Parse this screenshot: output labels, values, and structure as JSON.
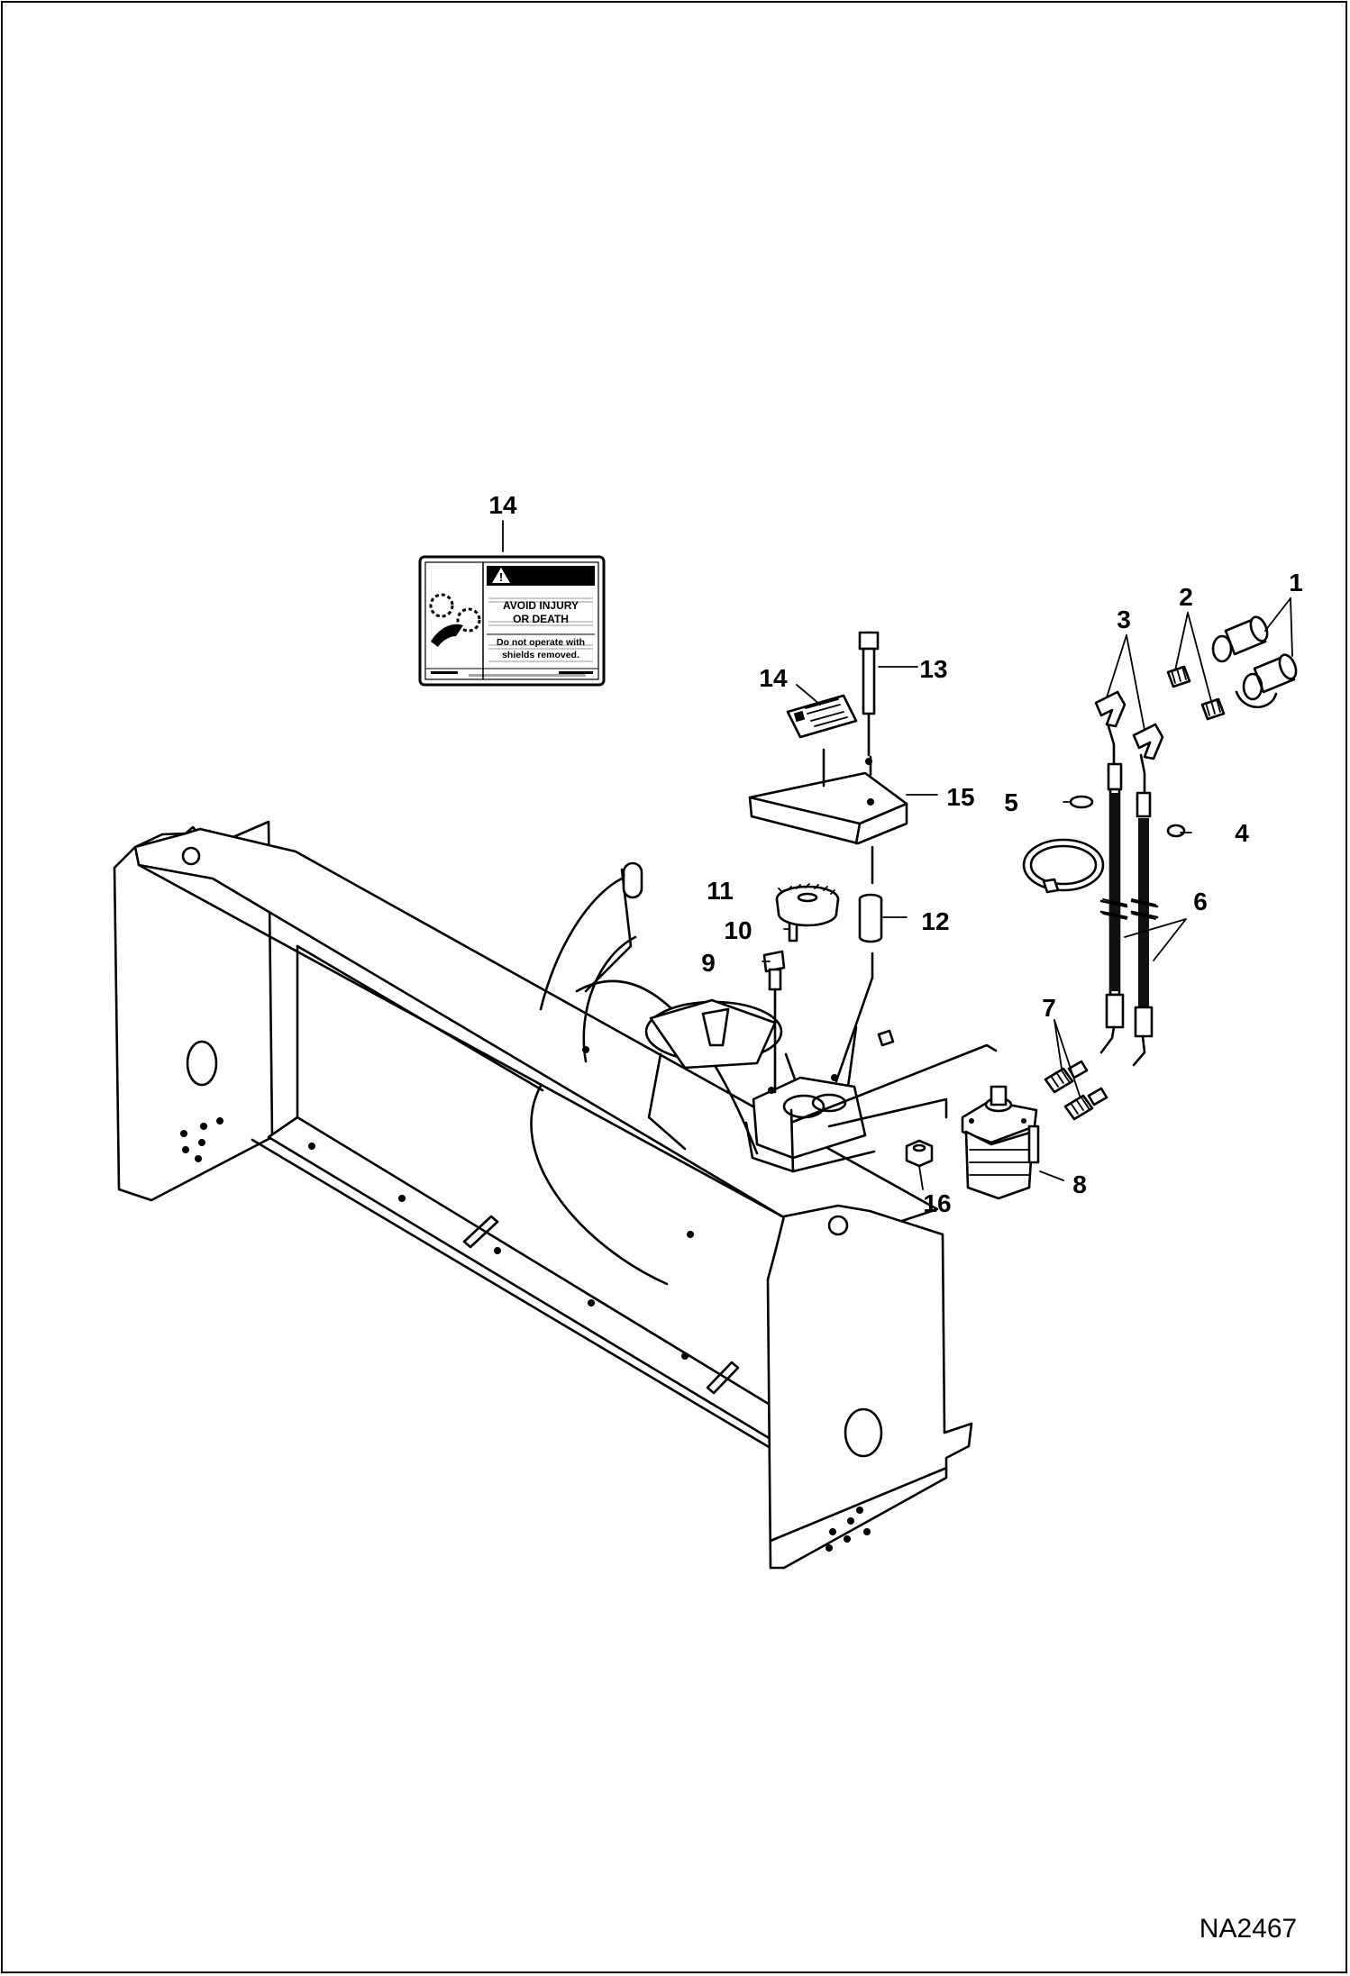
{
  "figure_id": "NA2467",
  "decal": {
    "title": "WARNING",
    "line1": "AVOID INJURY",
    "line2": "OR DEATH",
    "line3": "Do not operate with",
    "line4": "shields removed."
  },
  "callouts": [
    {
      "id": "callout-1",
      "num": "1"
    },
    {
      "id": "callout-2",
      "num": "2"
    },
    {
      "id": "callout-3",
      "num": "3"
    },
    {
      "id": "callout-4",
      "num": "4"
    },
    {
      "id": "callout-5",
      "num": "5"
    },
    {
      "id": "callout-6",
      "num": "6"
    },
    {
      "id": "callout-7",
      "num": "7"
    },
    {
      "id": "callout-8",
      "num": "8"
    },
    {
      "id": "callout-9",
      "num": "9"
    },
    {
      "id": "callout-10",
      "num": "10"
    },
    {
      "id": "callout-11",
      "num": "11"
    },
    {
      "id": "callout-12",
      "num": "12"
    },
    {
      "id": "callout-13",
      "num": "13"
    },
    {
      "id": "callout-14-decal",
      "num": "14"
    },
    {
      "id": "callout-14",
      "num": "14"
    },
    {
      "id": "callout-15",
      "num": "15"
    },
    {
      "id": "callout-16",
      "num": "16"
    }
  ]
}
